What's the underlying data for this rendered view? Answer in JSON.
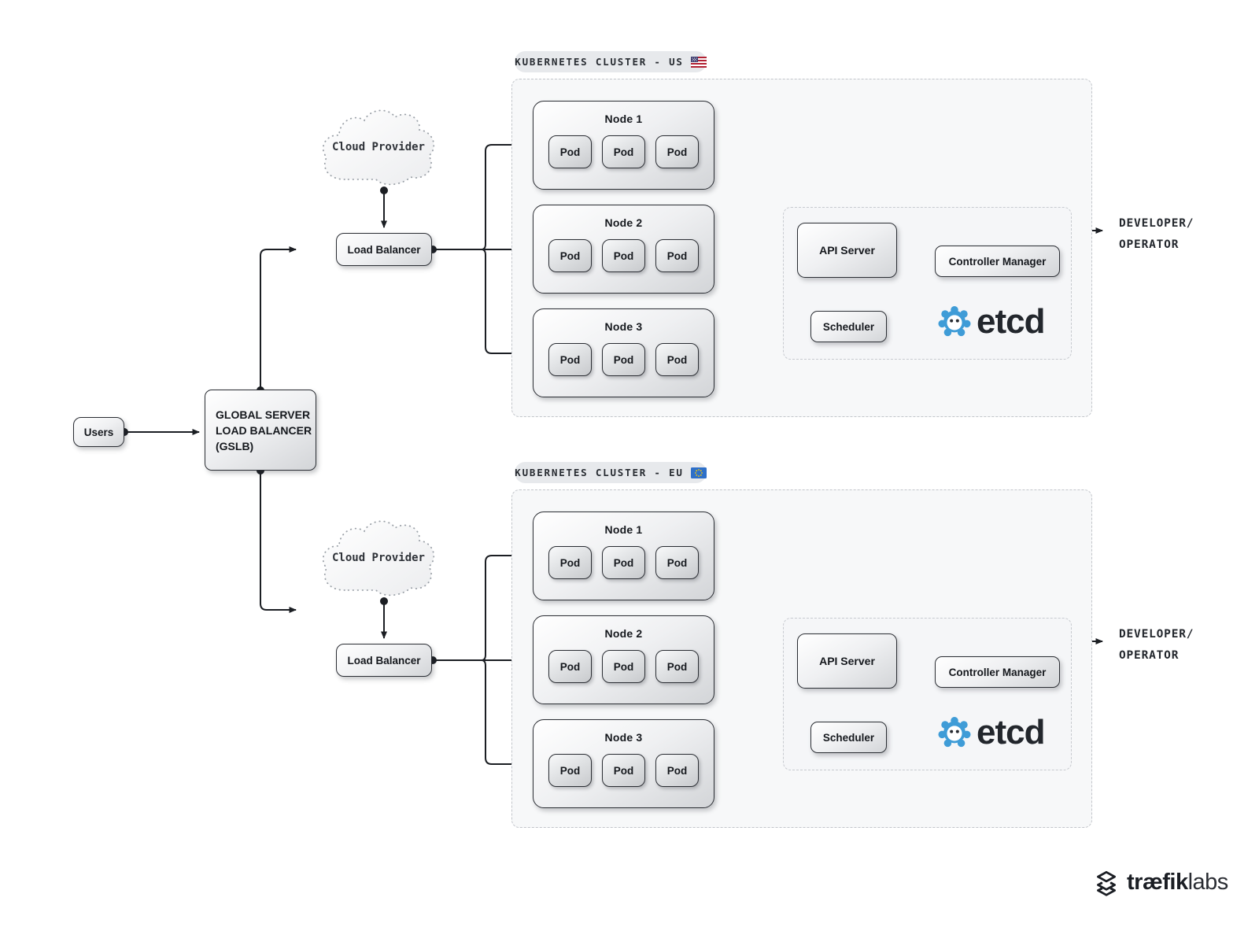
{
  "left_flow": {
    "users_label": "Users",
    "gslb_label": "GLOBAL SERVER\nLOAD BALANCER\n(GSLB)"
  },
  "shared": {
    "cloud_label": "Cloud Provider",
    "lb_label": "Load Balancer",
    "pod_label": "Pod",
    "api_label": "API Server",
    "cm_label": "Controller Manager",
    "scheduler_label": "Scheduler",
    "etcd_label": "etcd",
    "developer_label": "DEVELOPER/\nOPERATOR"
  },
  "clusters": [
    {
      "title": "KUBERNETES CLUSTER - US",
      "flag": "us",
      "nodes": [
        "Node 1",
        "Node 2",
        "Node 3"
      ]
    },
    {
      "title": "KUBERNETES CLUSTER - EU",
      "flag": "eu",
      "nodes": [
        "Node 1",
        "Node 2",
        "Node 3"
      ]
    }
  ],
  "brand": {
    "wordmark_bold": "træfik",
    "wordmark_light": "labs"
  },
  "colors": {
    "etcd_blue": "#3f9cd7",
    "connector": "#1b1e23",
    "us_flag_red": "#b22234",
    "us_flag_blue": "#3c3b6e",
    "eu_flag_blue": "#2e70c9",
    "eu_flag_gold": "#ffcc00"
  }
}
